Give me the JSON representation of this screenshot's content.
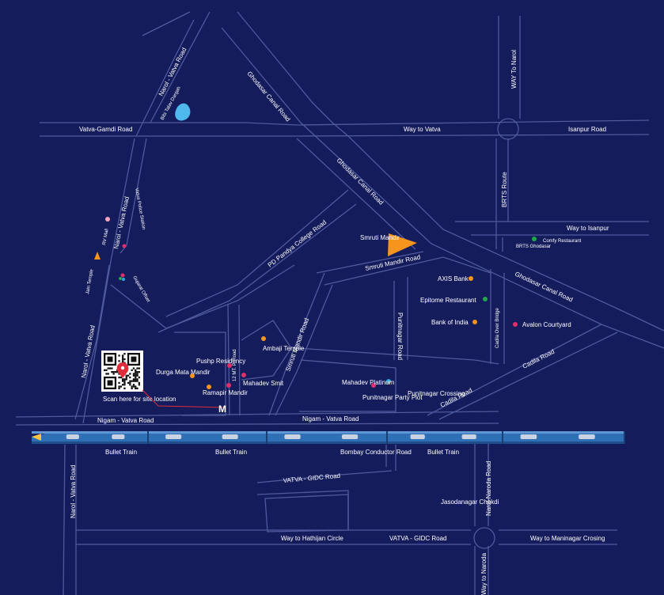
{
  "colors": {
    "background": "#141c5c",
    "road": "#4f5a9c",
    "label": "#ffffff",
    "site_marker": "#f7941d",
    "poi_orange": "#f7941d",
    "poi_pink": "#e0306b",
    "poi_green": "#1fa84a",
    "poi_blue": "#2aa7e0",
    "water": "#4fb8ec",
    "train": "#2f6fb5"
  },
  "roads": {
    "vatva_gamdi": "Vatva-Gamdi Road",
    "way_to_vatva": "Way to Vatva",
    "isanpur_road": "Isanpur Road",
    "narol_vatva_top": "Narol - Vatva Road",
    "ghodasar_canal_1": "Ghodasar Canal Road",
    "ghodasar_canal_2": "Ghodasar Canal Road",
    "ghodasar_canal_3": "Ghodasar Canal Road",
    "way_to_narol": "WAY To Narol",
    "brts_route": "BRTS Route",
    "way_to_isanpur": "Way to Isanpur",
    "narol_vatva_left": "Narol - Vatva Road",
    "pd_pandya": "PD Pandya College Road",
    "smruti_mandir_road": "Smruti Mandir Road",
    "smruti_mandir_road_diag": "Smruti Mandir Road",
    "narol_vatva_mid": "Narol - Vatva Road",
    "twelve_mt": "12 MT. P. Road",
    "punitnagar_road": "Punitnagar Road",
    "cadila_over_bridge": "Cadila Over Bridge",
    "cadila_road_1": "Cadila Road",
    "cadila_road_2": "Cadila Road",
    "nigam_vatva_1": "Nigam - Vatva Road",
    "nigam_vatva_2": "Nigam - Vatva Road",
    "narol_vatva_bottom": "Narol - Vatva Road",
    "bombay_conductor": "Bombay Conductor Road",
    "vatva_gidc_1": "VATVA - GIDC Road",
    "narol_naroda": "Narol-Naroda Road",
    "way_to_hathijan": "Way to Hathijan Circle",
    "vatva_gidc_2": "VATVA - GIDC Road",
    "way_to_maninagar": "Way to Maninagar Crosing",
    "way_to_naroda": "Way to Naroda"
  },
  "places": {
    "bibi_talav": "Bibi Talav Dargah",
    "rv_mall": "RV Mall",
    "vatva_police": "Vatva Police Station",
    "jain_temple": "Jain Temple",
    "gujarat_offset": "Gujarat Offset",
    "smruti_mandir": "Smruti Mandir",
    "brts_ghodasar": "BRTS Ghodasar",
    "comfy_restaurant": "Comfy Restaurant",
    "axis_bank": "AXIS Bank",
    "epitome": "Epitome Restaurant",
    "bank_of_india": "Bank of India",
    "avalon": "Avalon Courtyard",
    "ambaji_temple": "Ambaji Temple",
    "pushp_residency": "Pushp Residency",
    "durga_mata": "Durga Mata Mandir",
    "mahadev_smit": "Mahadev Smit",
    "ramapir_mandir": "Ramapir Mandir",
    "mahadev_platinum": "Mahadev Platinum",
    "punitnagar_party_plot": "Punitnagar Party Plot",
    "punitnagar_crossing": "Punitnagar Crossing",
    "jasodanagar": "Jasodanagar Chokdi"
  },
  "qr": {
    "caption": "Scan here for site location"
  },
  "train": {
    "label_1": "Bullet Train",
    "label_2": "Bullet Train",
    "label_3": "Bullet Train"
  }
}
